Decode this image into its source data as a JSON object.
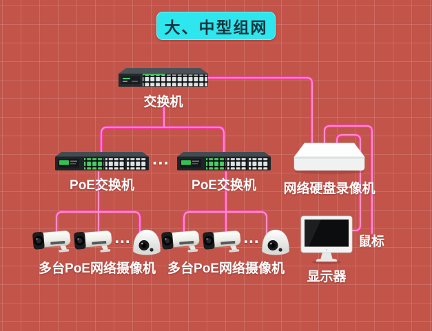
{
  "title": "大、中型组网",
  "colors": {
    "background": "#c2544a",
    "grid_line": "#cf6d62",
    "banner_bg": "#2ee6ee",
    "banner_text": "#16343c",
    "cable": "#f2419f",
    "cable_highlight": "#ff9bd0",
    "label_text": "#ffffff",
    "device_dark": "#23282d",
    "device_white": "#f2f3f1",
    "port_green": "#49cf63"
  },
  "nodes": {
    "core_switch": {
      "label": "交换机"
    },
    "poe_switch_1": {
      "label": "PoE交换机"
    },
    "poe_switch_2": {
      "label": "PoE交换机"
    },
    "poe_ellipsis": "...",
    "nvr": {
      "label": "网络硬盘录像机"
    },
    "camera_group_1": {
      "label": "多台PoE网络摄像机",
      "ellipsis": "..."
    },
    "camera_group_2": {
      "label": "多台PoE网络摄像机",
      "ellipsis": "..."
    },
    "monitor": {
      "label": "显示器"
    },
    "mouse": {
      "label": "鼠标"
    }
  }
}
